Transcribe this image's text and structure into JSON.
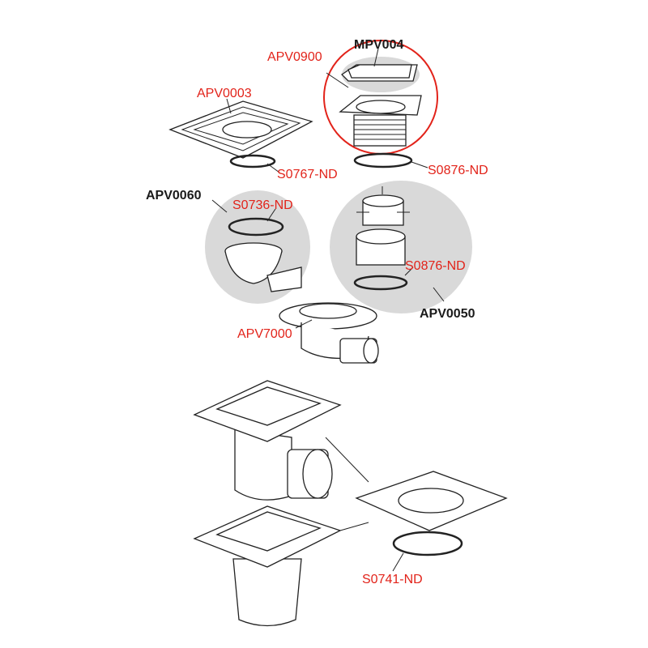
{
  "diagram": {
    "labels": {
      "mpv004": "MPV004",
      "apv0900": "APV0900",
      "apv0003": "APV0003",
      "s0767": "S0767-ND",
      "s0876_top": "S0876-ND",
      "apv0060": "APV0060",
      "s0736": "S0736-ND",
      "s0876_mid": "S0876-ND",
      "apv0050": "APV0050",
      "apv7000": "APV7000",
      "s0741": "S0741-ND"
    },
    "colors": {
      "part_code": "#e2231a",
      "assembly_code": "#1a1a1a",
      "highlight": "#d9d9d9",
      "circle": "#e2231a"
    }
  }
}
